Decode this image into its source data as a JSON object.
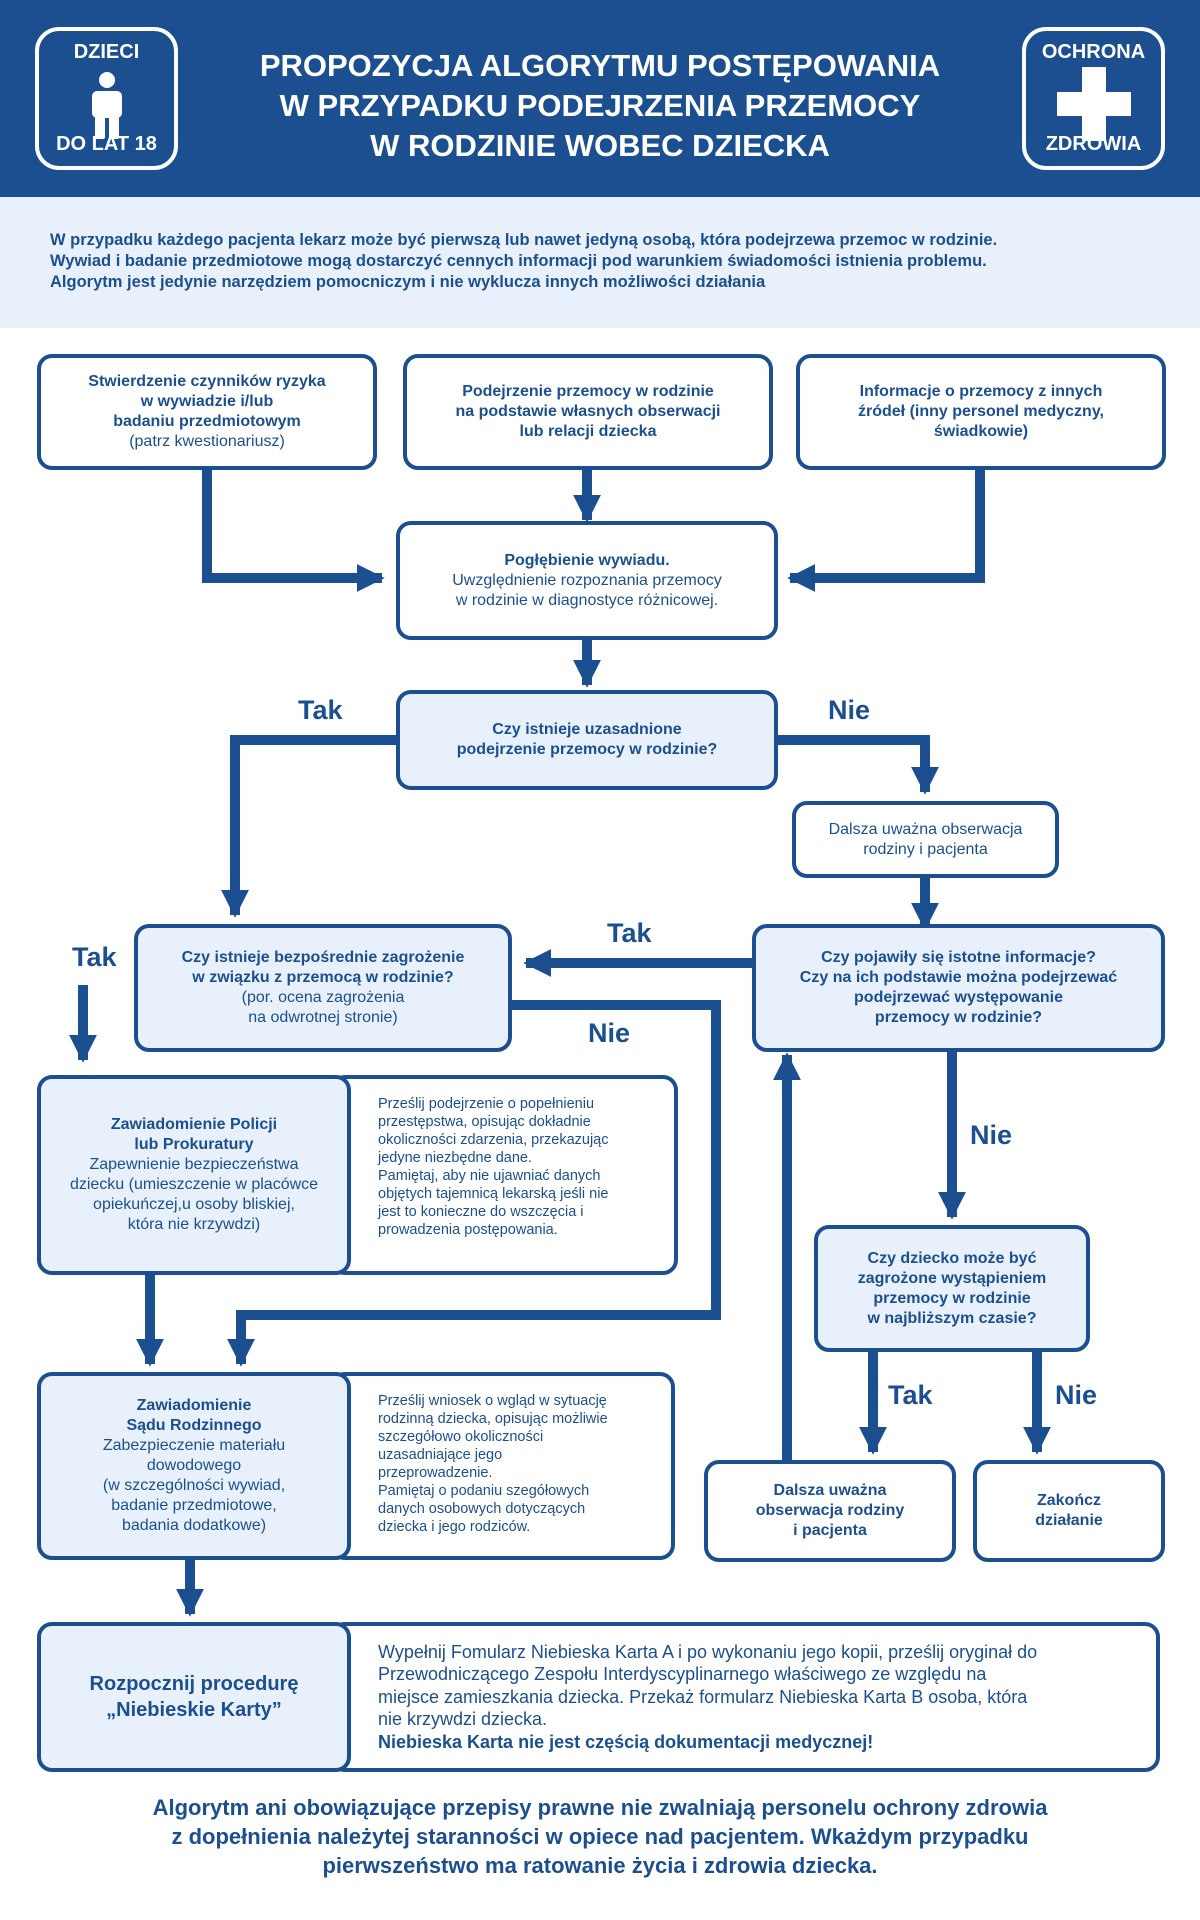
{
  "header": {
    "badge_left": {
      "top": "DZIECI",
      "bottom": "DO LAT 18",
      "icon": "child-icon"
    },
    "badge_right": {
      "top": "OCHRONA",
      "bottom": "ZDROWIA",
      "icon": "cross-icon"
    },
    "title_lines": [
      "PROPOZYCJA ALGORYTMU POSTĘPOWANIA",
      "W PRZYPADKU PODEJRZENIA PRZEMOCY",
      "W RODZINIE WOBEC DZIECKA"
    ]
  },
  "intro_lines": [
    "W przypadku każdego pacjenta lekarz może być pierwszą lub nawet jedyną osobą, która podejrzewa przemoc w rodzinie.",
    "Wywiad i badanie przedmiotowe mogą dostarczyć cennych informacji pod warunkiem świadomości istnienia problemu.",
    "Algorytm jest jedynie narzędziem pomocniczym i nie wyklucza innych możliwości działania"
  ],
  "nodes": {
    "risk_factors": {
      "lines": [
        "Stwierdzenie czynników ryzyka",
        "w wywiadzie i/lub",
        "badaniu przedmiotowym"
      ],
      "note": "(patrz kwestionariusz)"
    },
    "own_observation": {
      "lines": [
        "Podejrzenie przemocy w rodzinie",
        "na podstawie własnych obserwacji",
        "lub relacji dziecka"
      ]
    },
    "other_sources": {
      "lines": [
        "Informacje o przemocy z innych",
        "źródeł (inny personel medyczny,",
        "świadkowie)"
      ]
    },
    "deepen_interview": {
      "lines": [
        "Pogłębienie wywiadu."
      ],
      "note_lines": [
        "Uwzględnienie rozpoznania przemocy",
        "w rodzinie w diagnostyce różnicowej."
      ]
    },
    "justified_suspicion": {
      "lines": [
        "Czy istnieje uzasadnione",
        "podejrzenie przemocy w rodzinie?"
      ]
    },
    "further_observation_1": {
      "note_lines": [
        "Dalsza uważna obserwacja",
        "rodziny i pacjenta"
      ]
    },
    "direct_threat": {
      "lines": [
        "Czy istnieje bezpośrednie zagrożenie",
        "w związku z przemocą w rodzinie?"
      ],
      "note_lines": [
        "(por. ocena zagrożenia",
        "na odwrotnej stronie)"
      ]
    },
    "new_information": {
      "lines": [
        "Czy pojawiły się istotne informacje?",
        "Czy na ich podstawie można podejrzewać",
        "podejrzewać występowanie",
        "przemocy w rodzinie?"
      ]
    },
    "police": {
      "lines": [
        "Zawiadomienie Policji",
        "lub Prokuratury"
      ],
      "note_lines": [
        "Zapewnienie bezpieczeństwa",
        "dziecku (umieszczenie w placówce",
        "opiekuńczej,u osoby bliskiej,",
        "która nie krzywdzi)"
      ]
    },
    "police_detail": {
      "lines": [
        "Prześlij podejrzenie o popełnieniu",
        "przestępstwa, opisując dokładnie",
        "okoliczności zdarzenia, przekazując",
        "jedyne niezbędne dane.",
        "Pamiętaj, aby nie ujawniać danych",
        "objętych tajemnicą lekarską jeśli nie",
        "jest to konieczne do wszczęcia i",
        "prowadzenia postępowania."
      ]
    },
    "child_threat": {
      "lines": [
        "Czy dziecko może być",
        "zagrożone wystąpieniem",
        "przemocy w rodzinie",
        "w najbliższym czasie?"
      ]
    },
    "family_court": {
      "lines": [
        "Zawiadomienie",
        "Sądu Rodzinnego"
      ],
      "note_lines": [
        "Zabezpieczenie materiału",
        "dowodowego",
        "(w szczególności wywiad,",
        "badanie przedmiotowe,",
        "badania dodatkowe)"
      ]
    },
    "court_detail": {
      "lines": [
        "Prześlij wniosek o wgląd w sytuację",
        "rodzinną dziecka, opisując możliwie",
        "szczegółowo okoliczności",
        "uzasadniające jego",
        "przeprowadzenie.",
        "Pamiętaj o podaniu szegółowych",
        "danych osobowych dotyczących",
        "dziecka i jego rodziców."
      ]
    },
    "further_observation_2": {
      "lines": [
        "Dalsza uważna",
        "obserwacja rodziny",
        "i pacjenta"
      ]
    },
    "end_action": {
      "lines": [
        "Zakończ",
        "działanie"
      ]
    },
    "blue_card": {
      "lines": [
        "Rozpocznij procedurę",
        "„Niebieskie Karty”"
      ]
    },
    "blue_card_detail": {
      "lines": [
        "Wypełnij Fomularz Niebieska Karta A i po wykonaniu jego kopii, prześlij oryginał do",
        "Przewodniczącego Zespołu Interdyscyplinarnego właściwego ze względu na",
        "miejsce zamieszkania dziecka. Przekaż formularz Niebieska Karta B osoba, która",
        "nie krzywdzi dziecka."
      ],
      "bold_line": "Niebieska Karta nie jest częścią dokumentacji medycznej!"
    }
  },
  "edge_labels": {
    "yes_1": "Tak",
    "no_1": "Nie",
    "yes_2": "Tak",
    "yes_3": "Tak",
    "no_2": "Nie",
    "no_3": "Nie",
    "yes_4": "Tak",
    "no_4": "Nie"
  },
  "footer_lines": [
    "Algorytm ani obowiązujące przepisy prawne nie zwalniają personelu ochrony zdrowia",
    "z dopełnienia należytej staranności w opiece nad pacjentem. Wkażdym przypadku",
    "pierwszeństwo ma ratowanie życia i zdrowia dziecka."
  ],
  "colors": {
    "primary": "#1b4f8f",
    "light": "#e8f1fb",
    "white": "#ffffff"
  }
}
